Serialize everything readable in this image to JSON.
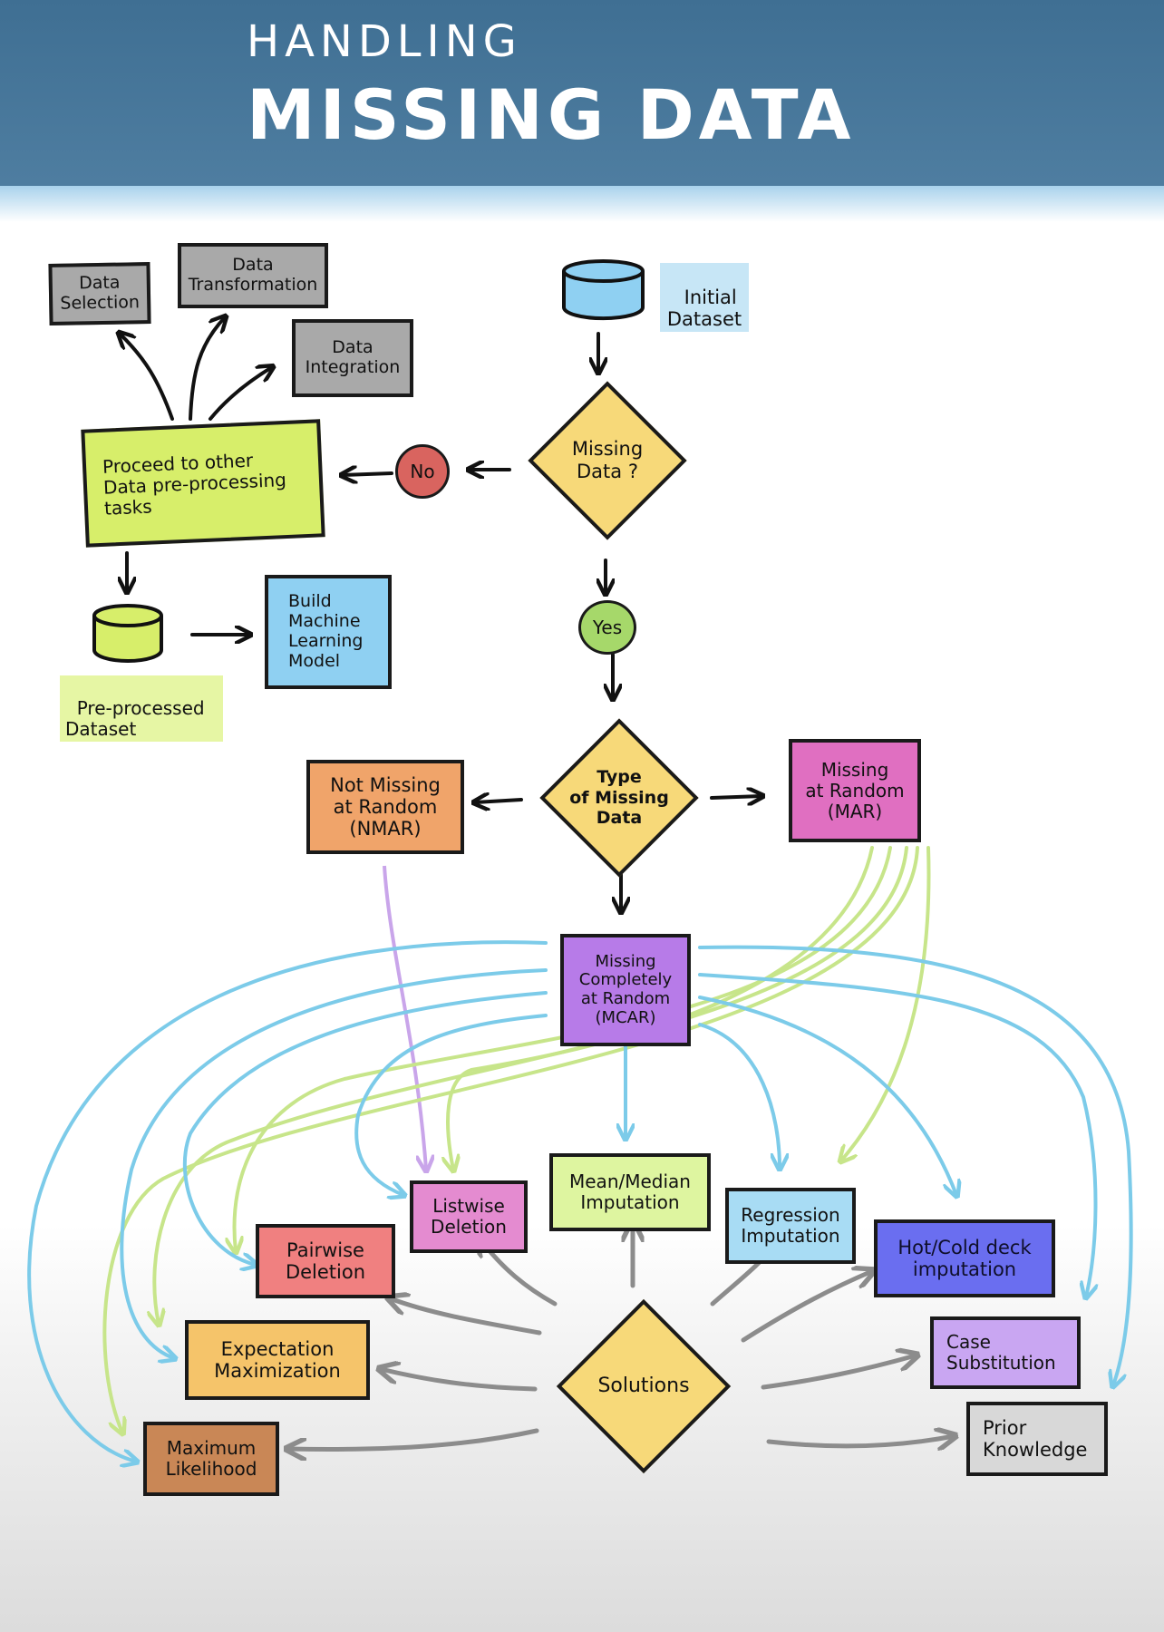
{
  "header": {
    "title_small": "HANDLING",
    "title_big": "MISSING DATA"
  },
  "flow": {
    "initial_dataset": "Initial\nDataset",
    "missing_data_q": "Missing\nData ?",
    "no": "No",
    "yes": "Yes",
    "proceed": "Proceed to other\nData pre-processing\ntasks",
    "data_selection": "Data\nSelection",
    "data_transformation": "Data\nTransformation",
    "data_integration": "Data\nIntegration",
    "preprocessed_dataset": "Pre-processed\nDataset",
    "build_model": "Build\nMachine\nLearning\nModel",
    "type_of_missing": "Type\nof Missing\nData",
    "nmar": "Not Missing\nat Random\n(NMAR)",
    "mar": "Missing\nat Random\n(MAR)",
    "mcar": "Missing\nCompletely\nat Random\n(MCAR)"
  },
  "solutions": {
    "center": "Solutions",
    "listwise": "Listwise\nDeletion",
    "mean_median": "Mean/Median\nImputation",
    "regression": "Regression\nImputation",
    "hot_cold": "Hot/Cold deck\nimputation",
    "pairwise": "Pairwise\nDeletion",
    "expectation": "Expectation\nMaximization",
    "maximum_likelihood": "Maximum\nLikelihood",
    "case_substitution": "Case\nSubstitution",
    "prior_knowledge": "Prior\nKnowledge"
  },
  "colors": {
    "header_blue": "#4a789b",
    "gray_box": "#a9a9a9",
    "lime": "#d7ee6a",
    "light_blue": "#8fd0f2",
    "diamond_yellow": "#f7d979",
    "no_red": "#d9645f",
    "yes_green": "#a6d86a",
    "nmar_orange": "#f0a46a",
    "mar_pink": "#e06fc1",
    "mcar_purple": "#b77be8",
    "listwise_pink": "#e48bd0",
    "mean_green": "#def5a0",
    "regression_blue": "#a8dcf4",
    "hotcold_indigo": "#6a6ef0",
    "pairwise_red": "#f08080",
    "expectation_orange": "#f5c46a",
    "maxlik_brown": "#c98756",
    "case_lilac": "#c9a6f2",
    "prior_gray": "#d8d8d8",
    "arrow_blue": "#7ccbe9",
    "arrow_green": "#c7e58a",
    "arrow_lilac": "#c9a5ea",
    "arrow_gray": "#8c8c8c"
  }
}
